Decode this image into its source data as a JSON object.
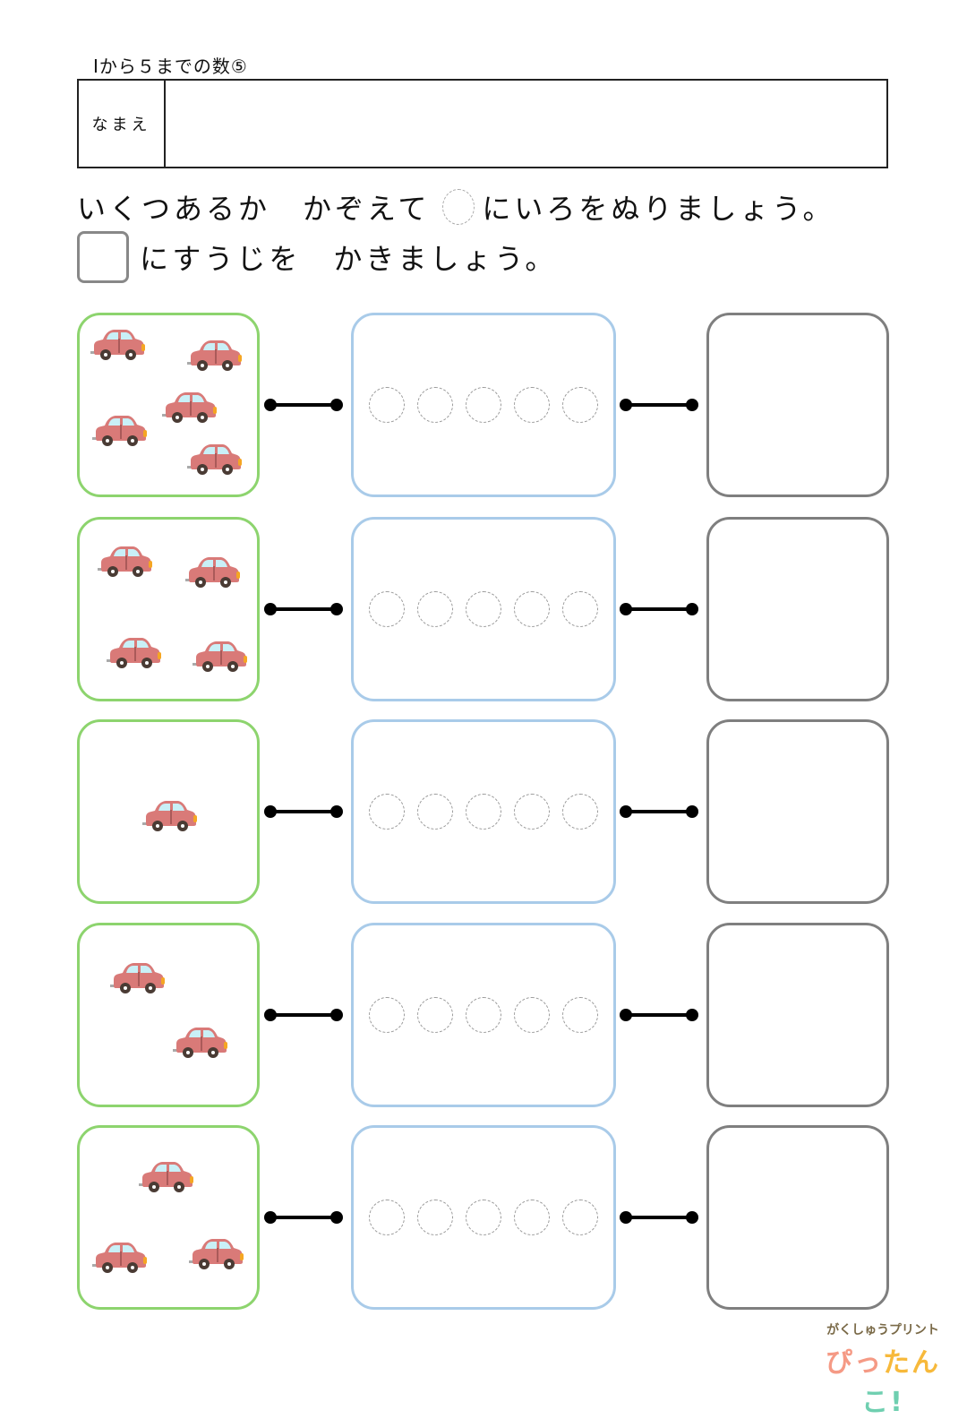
{
  "header": {
    "title": "Iから５までの数⑤",
    "name_label": "なまえ",
    "name_value": ""
  },
  "instructions": {
    "line1_before": "いくつあるか　かぞえて",
    "line1_after": "にいろをぬりましょう。",
    "line2_after": "にすうじを　かきましょう。"
  },
  "colors": {
    "picture_border": "#8dd46e",
    "dots_border": "#a9cbe9",
    "answer_border": "#7f7f7f",
    "car_body": "#d97a78"
  },
  "rows": [
    {
      "car_count": 5,
      "answer": "",
      "dots": 5
    },
    {
      "car_count": 4,
      "answer": "",
      "dots": 5
    },
    {
      "car_count": 1,
      "answer": "",
      "dots": 5
    },
    {
      "car_count": 2,
      "answer": "",
      "dots": 5
    },
    {
      "car_count": 3,
      "answer": "",
      "dots": 5
    }
  ],
  "logo": {
    "top": "がくしゅうプリント",
    "main_1": "ぴっ",
    "main_2": "たん",
    "main_3": "こ!"
  }
}
